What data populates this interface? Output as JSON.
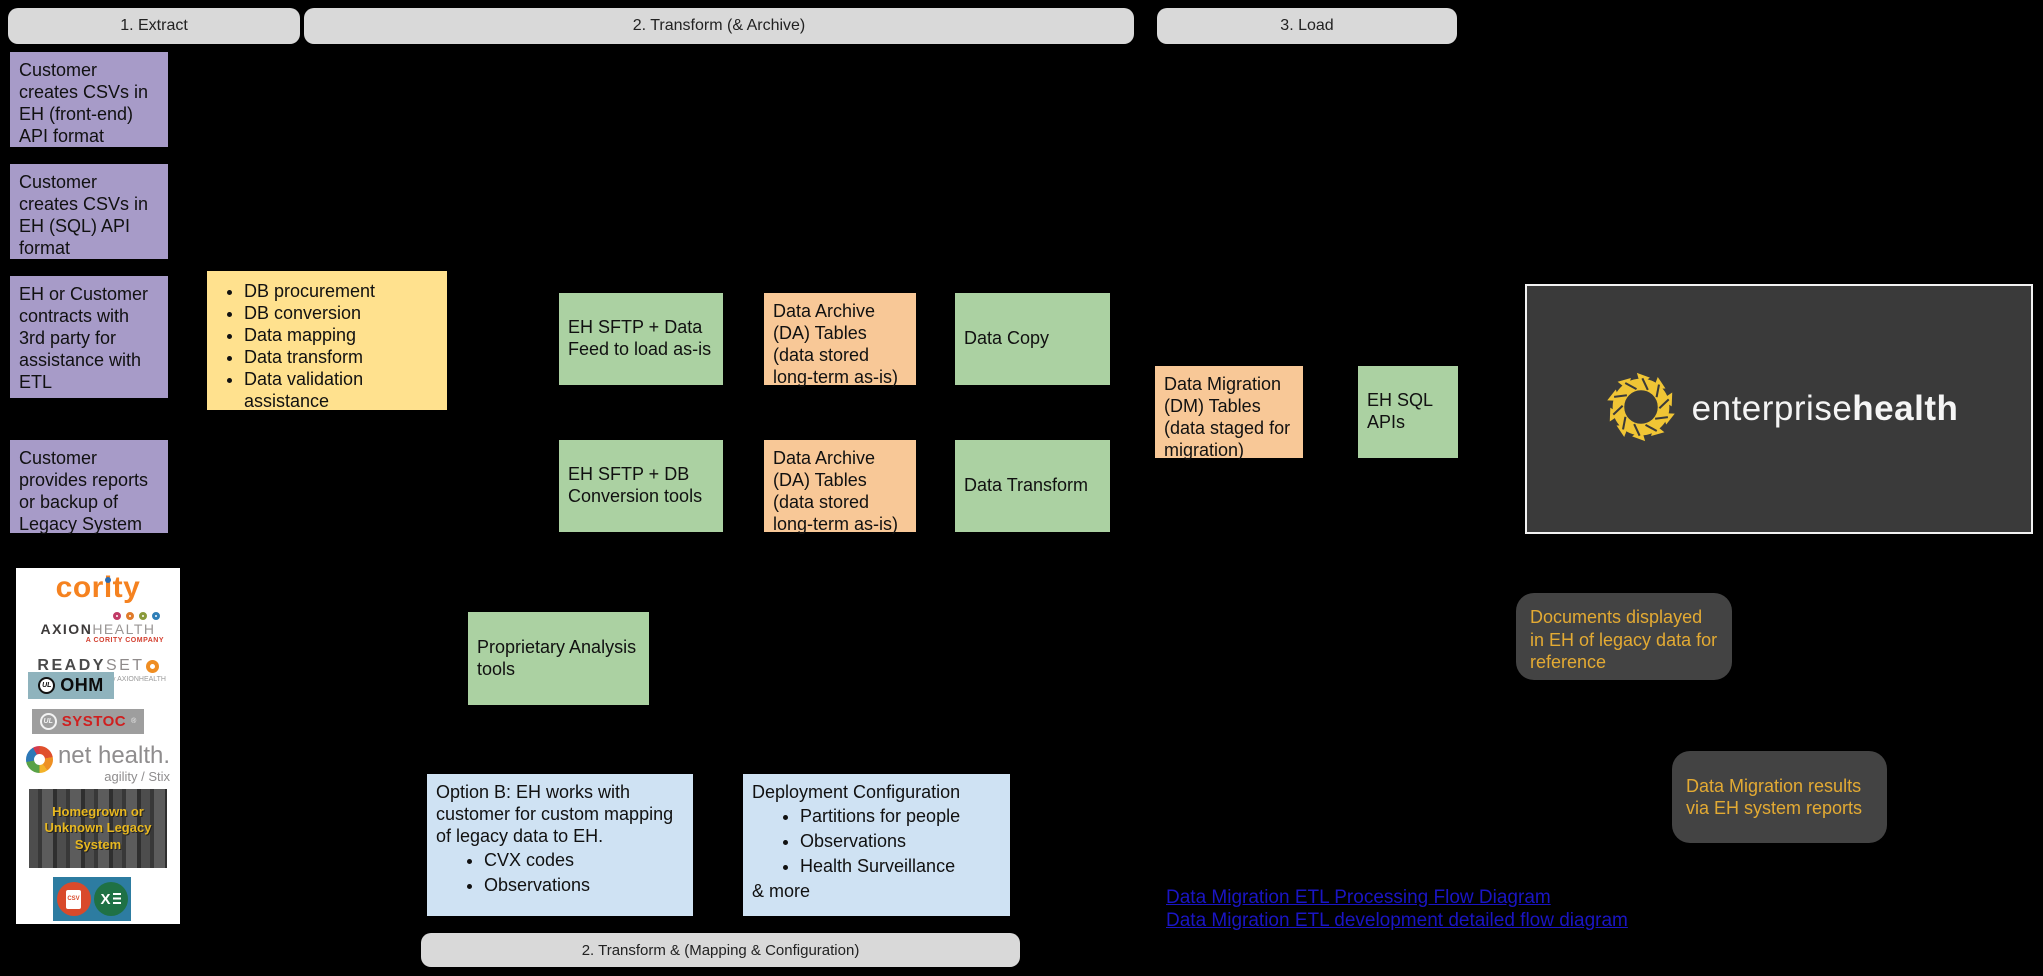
{
  "stage_buttons": {
    "extract": "1. Extract",
    "transform_archive": "2. Transform (& Archive)",
    "load": "3. Load",
    "transform_mapping": "2. Transform & (Mapping & Configuration)"
  },
  "purple_boxes": [
    "Customer creates CSVs in EH (front-end) API format",
    "Customer creates CSVs in EH (SQL) API format",
    "EH or Customer contracts with 3rd party for assistance with ETL",
    "Customer provides reports or backup of Legacy System"
  ],
  "yellow_box": {
    "items": [
      "DB procurement",
      "DB conversion",
      "Data mapping",
      "Data transform",
      "Data validation assistance"
    ]
  },
  "green_boxes": {
    "sftp_data_feed": "EH SFTP + Data Feed to load as-is",
    "sftp_db_conversion": "EH SFTP + DB Conversion tools",
    "data_copy": "Data Copy",
    "data_transform": "Data Transform",
    "proprietary_analysis": "Proprietary Analysis tools",
    "eh_sql_apis": "EH SQL APIs"
  },
  "orange_boxes": {
    "data_archive_1": "Data Archive (DA) Tables (data stored long-term as-is)",
    "data_archive_2": "Data Archive (DA) Tables (data stored long-term as-is)",
    "data_migration": "Data Migration (DM) Tables (data staged for migration)"
  },
  "blue_boxes": {
    "option_b": {
      "text": "Option B: EH works with customer for custom mapping of legacy data to EH.",
      "items": [
        "CVX codes",
        "Observations"
      ]
    },
    "deployment": {
      "title": "Deployment Configuration",
      "items": [
        "Partitions for people",
        "Observations",
        "Health Surveillance"
      ],
      "footer": "& more"
    }
  },
  "callouts": {
    "documents": "Documents displayed in EH of legacy data for reference",
    "results": "Data Migration results via EH system reports"
  },
  "brand": {
    "name_light": "enterprise",
    "name_bold": "health"
  },
  "legacy_panel": {
    "cority": "cority",
    "axion_bold": "AXION",
    "axion_light": "HEALTH",
    "axion_tagline": "A CORITY COMPANY",
    "ready_bold": "READY",
    "ready_light": "SET",
    "readyset_tagline": "brought to you by AXIONHEALTH",
    "ul": "UL",
    "ohm": "OHM",
    "systoc": "SYSTOC",
    "systoc_reg": "®",
    "nethealth_name": "net health.",
    "nethealth_sub": "agility / Stix",
    "homegrown": "Homegrown or Unknown Legacy System",
    "csv": "CSV",
    "excel_x": "X"
  },
  "links": [
    {
      "label": "Data Migration ETL Processing Flow Diagram"
    },
    {
      "label": "Data Migration ETL development detailed flow diagram"
    }
  ],
  "colors": {
    "background": "#000000",
    "stage_button_gray": "#d9d9d9",
    "purple": "#a79bc8",
    "yellow": "#ffe18e",
    "green": "#abd1a2",
    "orange": "#f8c897",
    "blue": "#cfe2f3",
    "dark_panel": "#3a3a3a",
    "callout_gray": "#434343",
    "callout_text_gold": "#e3aa33",
    "link_blue": "#1a15c4",
    "brand_yellow": "#f0c535",
    "cority_orange": "#f58220",
    "systoc_red": "#cf1f1f"
  }
}
